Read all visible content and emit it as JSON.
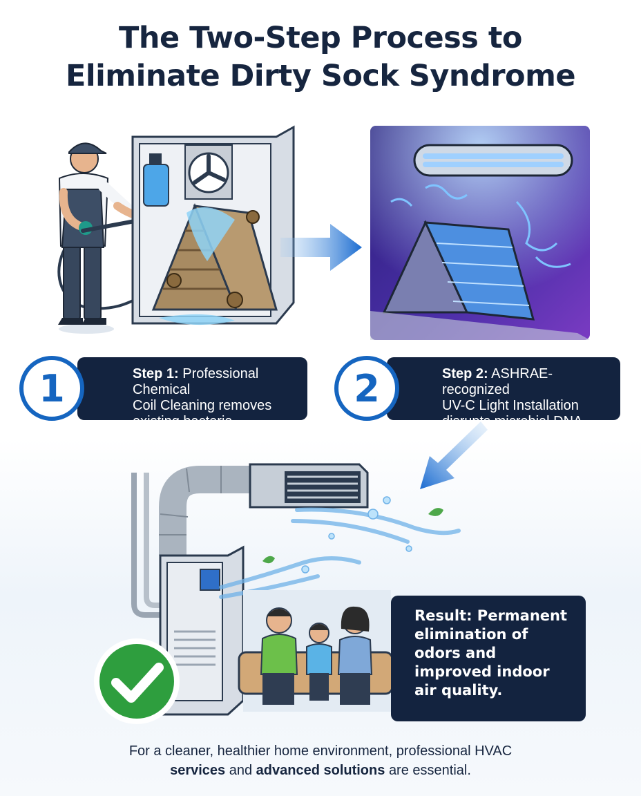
{
  "title": {
    "line1": "The Two-Step Process to",
    "line2": "Eliminate Dirty Sock Syndrome"
  },
  "step1": {
    "number": "1",
    "label": "Step 1:",
    "line1": "Professional Chemical",
    "line2": "Coil Cleaning removes",
    "line3": "existing bacteria."
  },
  "step2": {
    "number": "2",
    "label": "Step 2:",
    "line1": "ASHRAE-recognized",
    "line2": "UV-C Light Installation",
    "line3": "disrupts microbial DNA."
  },
  "result": {
    "line1": "Result: Permanent",
    "line2": "elimination of",
    "line3": "odors and",
    "line4": "improved indoor",
    "line5": "air quality."
  },
  "footer": {
    "line1": "For a cleaner, healthier home environment, professional HVAC",
    "bold1": "services",
    "and": "and",
    "bold2": "advanced solutions",
    "tail": "are essential."
  },
  "icons": [
    "technician-icon",
    "coil-cleaning-icon",
    "uv-light-icon",
    "dna-icon",
    "arrow-icon",
    "hvac-furnace-icon",
    "family-icon",
    "checkmark-icon"
  ],
  "colors": {
    "navy": "#13233f",
    "title": "#16253f",
    "accent_blue": "#1565c0",
    "check_green": "#2e9e3e",
    "uv_purple": "#4b2fa8"
  }
}
